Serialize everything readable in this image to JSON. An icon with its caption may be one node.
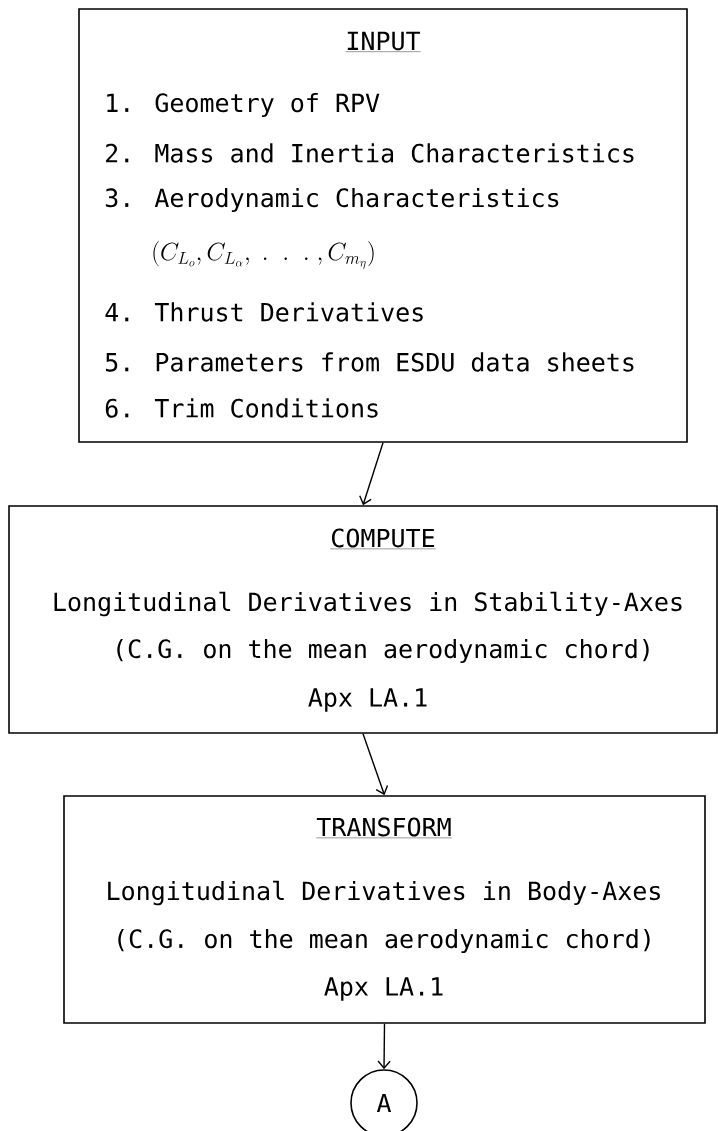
{
  "diagram": {
    "nodes": [
      {
        "text": [
          "INPUT",
          "1. Geometry of RPV",
          "2. Mass and Inertia Characteristics",
          "3. Aerodynamic Characteristics",
          "(C_{L_o}, C_{L_\\alpha}, \\;.\\;\\;.\\;\\;.\\;, C_{m_\\eta})",
          "4. Thrust Derivatives",
          "5. Parameters from ESDU data sheets",
          "6. Trim Conditions"
        ]
      },
      {
        "text": [
          "COMPUTE",
          "Longitudinal Derivatives in Stability-Axes",
          "(C.G. on the mean aerodynamic chord)",
          "Apx LA.1"
        ]
      },
      {
        "text": [
          "TRANSFORM",
          "Longitudinal Derivatives in Body-Axes",
          "(C.G. on the mean aerodynamic chord)",
          "Apx LA.1"
        ]
      },
      {
        "text": [
          "A"
        ]
      }
    ],
    "edges": [
      {
        "from": 0,
        "to": 1,
        "arrow": "to"
      },
      {
        "from": 1,
        "to": 2,
        "arrow": "to"
      },
      {
        "from": 2,
        "to": 3,
        "arrow": "to"
      }
    ]
  }
}
